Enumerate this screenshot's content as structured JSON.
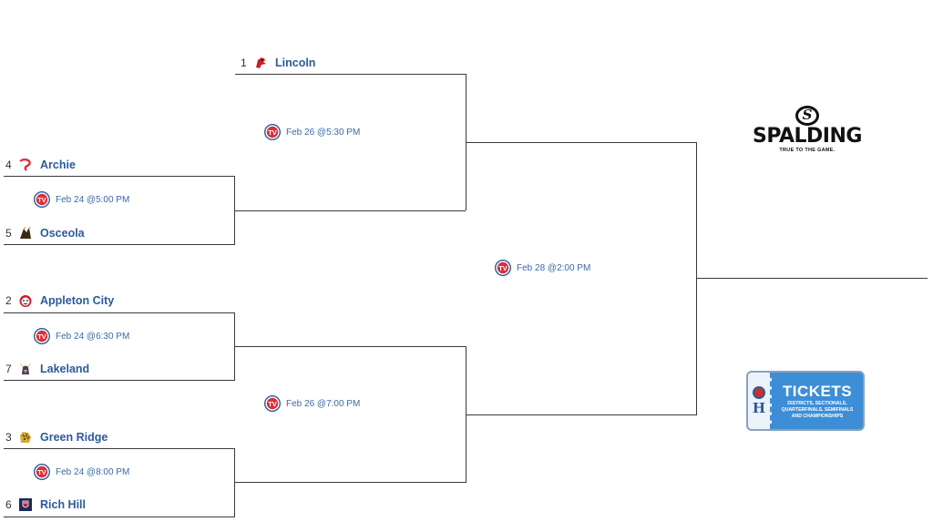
{
  "teams": {
    "lincoln": {
      "seed": "1",
      "name": "Lincoln"
    },
    "archie": {
      "seed": "4",
      "name": "Archie"
    },
    "osceola": {
      "seed": "5",
      "name": "Osceola"
    },
    "appleton": {
      "seed": "2",
      "name": "Appleton City"
    },
    "lakeland": {
      "seed": "7",
      "name": "Lakeland"
    },
    "greenridge": {
      "seed": "3",
      "name": "Green Ridge"
    },
    "richhill": {
      "seed": "6",
      "name": "Rich Hill"
    }
  },
  "games": {
    "qf1": "Feb 24 @5:00 PM",
    "qf2": "Feb 24 @6:30 PM",
    "qf3": "Feb 24 @8:00 PM",
    "sf1": "Feb 26 @5:30 PM",
    "sf2": "Feb 26 @7:00 PM",
    "final": "Feb 28 @2:00 PM"
  },
  "sponsor": {
    "brand": "SPALDING",
    "tagline": "TRUE TO THE GAME.",
    "mark": "S"
  },
  "tickets": {
    "title": "TICKETS",
    "subtitle_1": "DISTRICTS, SECTIONALS,",
    "subtitle_2": "QUARTERFINALS, SEMIFINALS",
    "subtitle_3": "AND CHAMPIONSHIPS",
    "side_letter": "H"
  },
  "colors": {
    "team_link": "#2c5a9a",
    "game_time": "#3a6aa8",
    "bracket_line": "#3a3a3a",
    "tickets_bg": "#3d8ed6"
  }
}
